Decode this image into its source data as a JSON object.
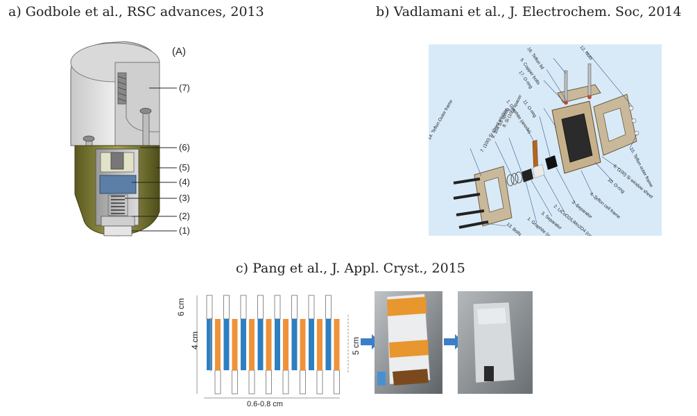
{
  "panel_a": {
    "title": "a) Godbole et al., RSC advances, 2013",
    "figure_label": "(A)",
    "callouts": [
      "(7)",
      "(6)",
      "(5)",
      "(4)",
      "(3)",
      "(2)",
      "(1)"
    ]
  },
  "panel_b": {
    "title": "b) Vadlamani et al., J. Electrochem. Soc, 2014",
    "parts": [
      "16. Teflon lid",
      "12. Nuts",
      "5. Copper bolts",
      "17. O-ring",
      "11. O-ring",
      "1. Graphite (anode)",
      "8. Si (100) spacer",
      "9. 304 SS spring",
      "7. (100) Si sheet window",
      "14. Teflon Outer frame",
      "15. Teflon outer frame",
      "6. (100) Si window sheet",
      "10. O-ring",
      "4. Teflon cell frame",
      "3. Separator",
      "2. LiCoO2/LiMn2O4 (cathode)",
      "3. Separator",
      "1. Graphite (anode)",
      "13. Bolts"
    ]
  },
  "panel_c": {
    "title": "c) Pang et al., J. Appl. Cryst., 2015",
    "dim_height_outer": "6 cm",
    "dim_height_inner": "4 cm",
    "dim_height_right": "5 cm",
    "dim_width": "0.6-0.8 cm"
  },
  "colors": {
    "electrode_blue": "#2e7fc2",
    "electrode_orange": "#f0923a",
    "arrow_blue": "#3a7fc8",
    "panel_b_bg": "#d8eaf8"
  }
}
